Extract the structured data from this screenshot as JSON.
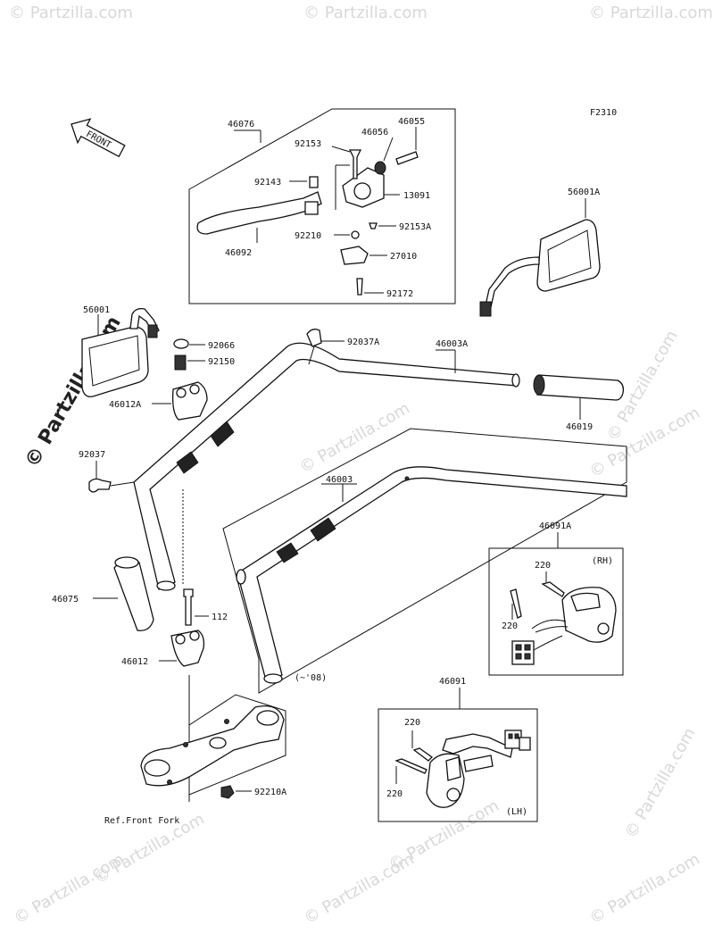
{
  "figure_code": "F2310",
  "front_label": "FRONT",
  "copyright": "© Partzilla.com",
  "watermark": "© Partzilla.com",
  "parts": {
    "p46076": "46076",
    "p46055": "46055",
    "p92153": "92153",
    "p46056": "46056",
    "p92143": "92143",
    "p13091": "13091",
    "p92153A": "92153A",
    "p92210": "92210",
    "p46092": "46092",
    "p27010": "27010",
    "p92172": "92172",
    "p56001A": "56001A",
    "p56001": "56001",
    "p92066": "92066",
    "p92150": "92150",
    "p46012A": "46012A",
    "p92037A": "92037A",
    "p46003A": "46003A",
    "p46019": "46019",
    "p92037": "92037",
    "p46003": "46003",
    "p46075": "46075",
    "p112": "112",
    "p46012": "46012",
    "p46091A": "46091A",
    "p220_rh1": "220",
    "p220_rh2": "220",
    "rh": "(RH)",
    "p46091": "46091",
    "p220_lh1": "220",
    "p220_lh2": "220",
    "lh": "(LH)",
    "p92210A": "92210A",
    "note_08": "(~'08)",
    "ref_fork": "Ref.Front Fork"
  }
}
